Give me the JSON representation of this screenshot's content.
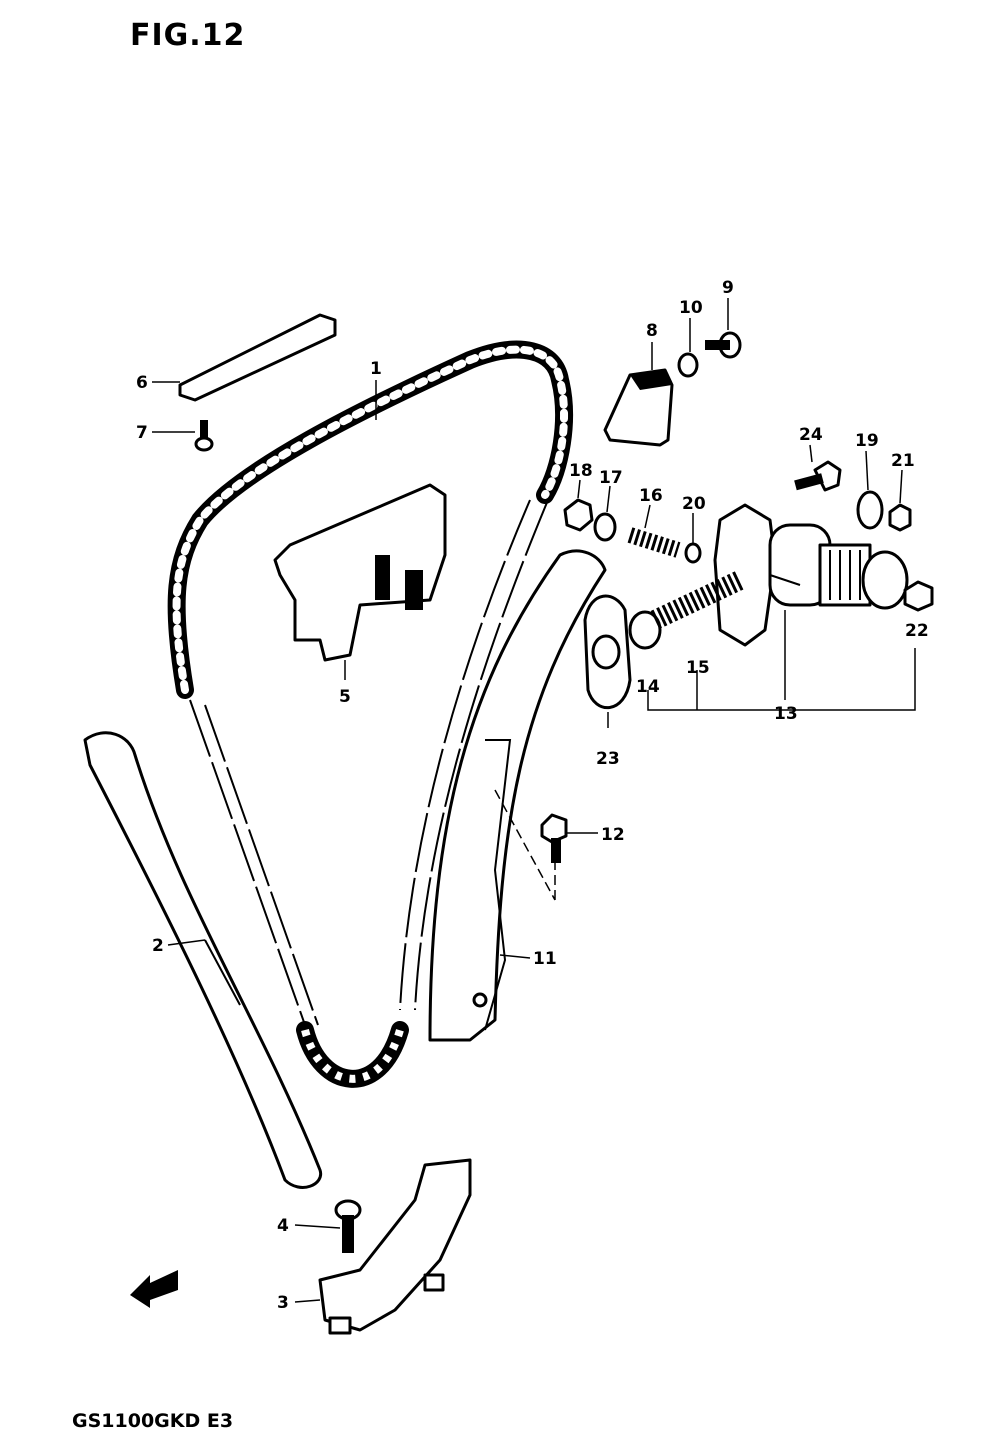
{
  "figure_title": "FIG.12",
  "model_code": "GS1100GKD E3",
  "callouts": [
    "1",
    "2",
    "3",
    "4",
    "5",
    "6",
    "7",
    "8",
    "9",
    "10",
    "11",
    "12",
    "13",
    "14",
    "15",
    "16",
    "17",
    "18",
    "19",
    "20",
    "21",
    "22",
    "23",
    "24"
  ],
  "icons": {
    "direction_arrow": "front-arrow-icon"
  }
}
